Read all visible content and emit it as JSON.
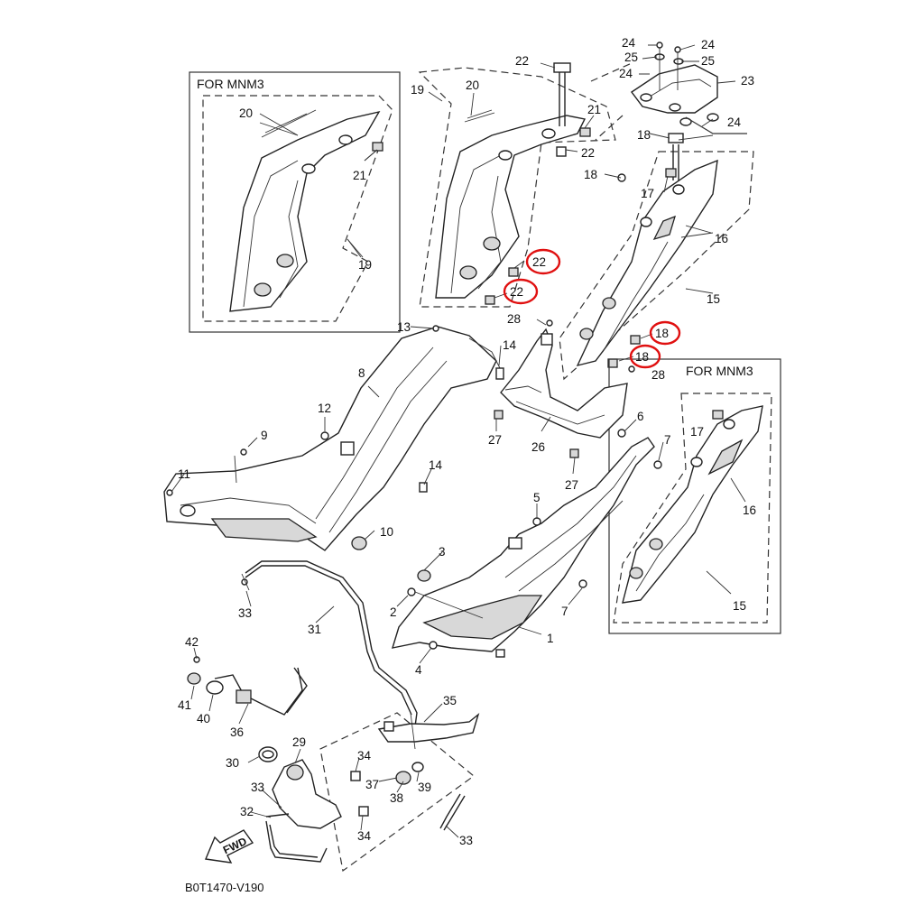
{
  "diagram": {
    "box_titles": [
      "FOR MNM3",
      "FOR MNM3"
    ],
    "fwd_label": "FWD",
    "drawing_code": "B0T1470-V190",
    "callouts": [
      "1",
      "2",
      "3",
      "4",
      "5",
      "6",
      "7",
      "7",
      "8",
      "9",
      "10",
      "11",
      "12",
      "13",
      "14",
      "14",
      "15",
      "15",
      "16",
      "16",
      "17",
      "17",
      "18",
      "18",
      "18",
      "18",
      "19",
      "19",
      "20",
      "20",
      "21",
      "21",
      "22",
      "22",
      "22",
      "22",
      "23",
      "24",
      "24",
      "24",
      "24",
      "25",
      "25",
      "26",
      "27",
      "27",
      "28",
      "28",
      "29",
      "30",
      "31",
      "32",
      "33",
      "33",
      "33",
      "34",
      "34",
      "35",
      "36",
      "37",
      "38",
      "39",
      "40",
      "41",
      "42"
    ],
    "highlighted_callouts": [
      "22",
      "22",
      "18",
      "18"
    ],
    "highlight_color": "#e01010"
  }
}
